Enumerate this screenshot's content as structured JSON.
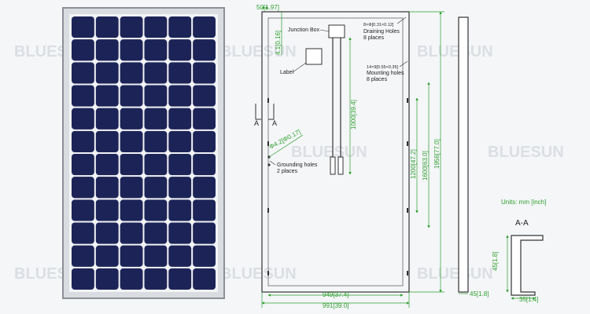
{
  "watermark": {
    "brand": "BLUESUN"
  },
  "labels": {
    "junction_box": "Junction Box",
    "label_box": "Label",
    "draining_holes_spec": "8×Φ[0.31×0.12]",
    "draining_holes_title": "Draining Holes",
    "draining_holes_count": "8 places",
    "mounting_holes_spec": "14×9[0.55×0.35]",
    "mounting_holes_title": "Mounting holes",
    "mounting_holes_count": "8 places",
    "grounding_holes_title": "Grounding holes",
    "grounding_holes_count": "2 places",
    "section_a": "A",
    "units": "Units: mm [inch]",
    "section_title": "A-A"
  },
  "dimensions": {
    "top_offset": "50[1.97]",
    "jbox_offset": "4.1[0.16]",
    "cable_length": "1000[39.4]",
    "grounding_hole": "Φ4.2[Φ0.17]",
    "hole_span_short": "1200[47.2]",
    "hole_span_long": "1600[63.0]",
    "panel_length": "1956[77.0]",
    "inner_width": "949[37.4]",
    "panel_width": "991[39.0]",
    "frame_thickness": "45[1.8]",
    "frame_height": "45[1.8]",
    "frame_flange": "35[1.4]"
  },
  "colors": {
    "cell": "#1c2457",
    "cell_gap": "#e8eaf0",
    "frame": "#9ba0a6",
    "dimension": "#2e9e2e",
    "line": "#333333"
  }
}
